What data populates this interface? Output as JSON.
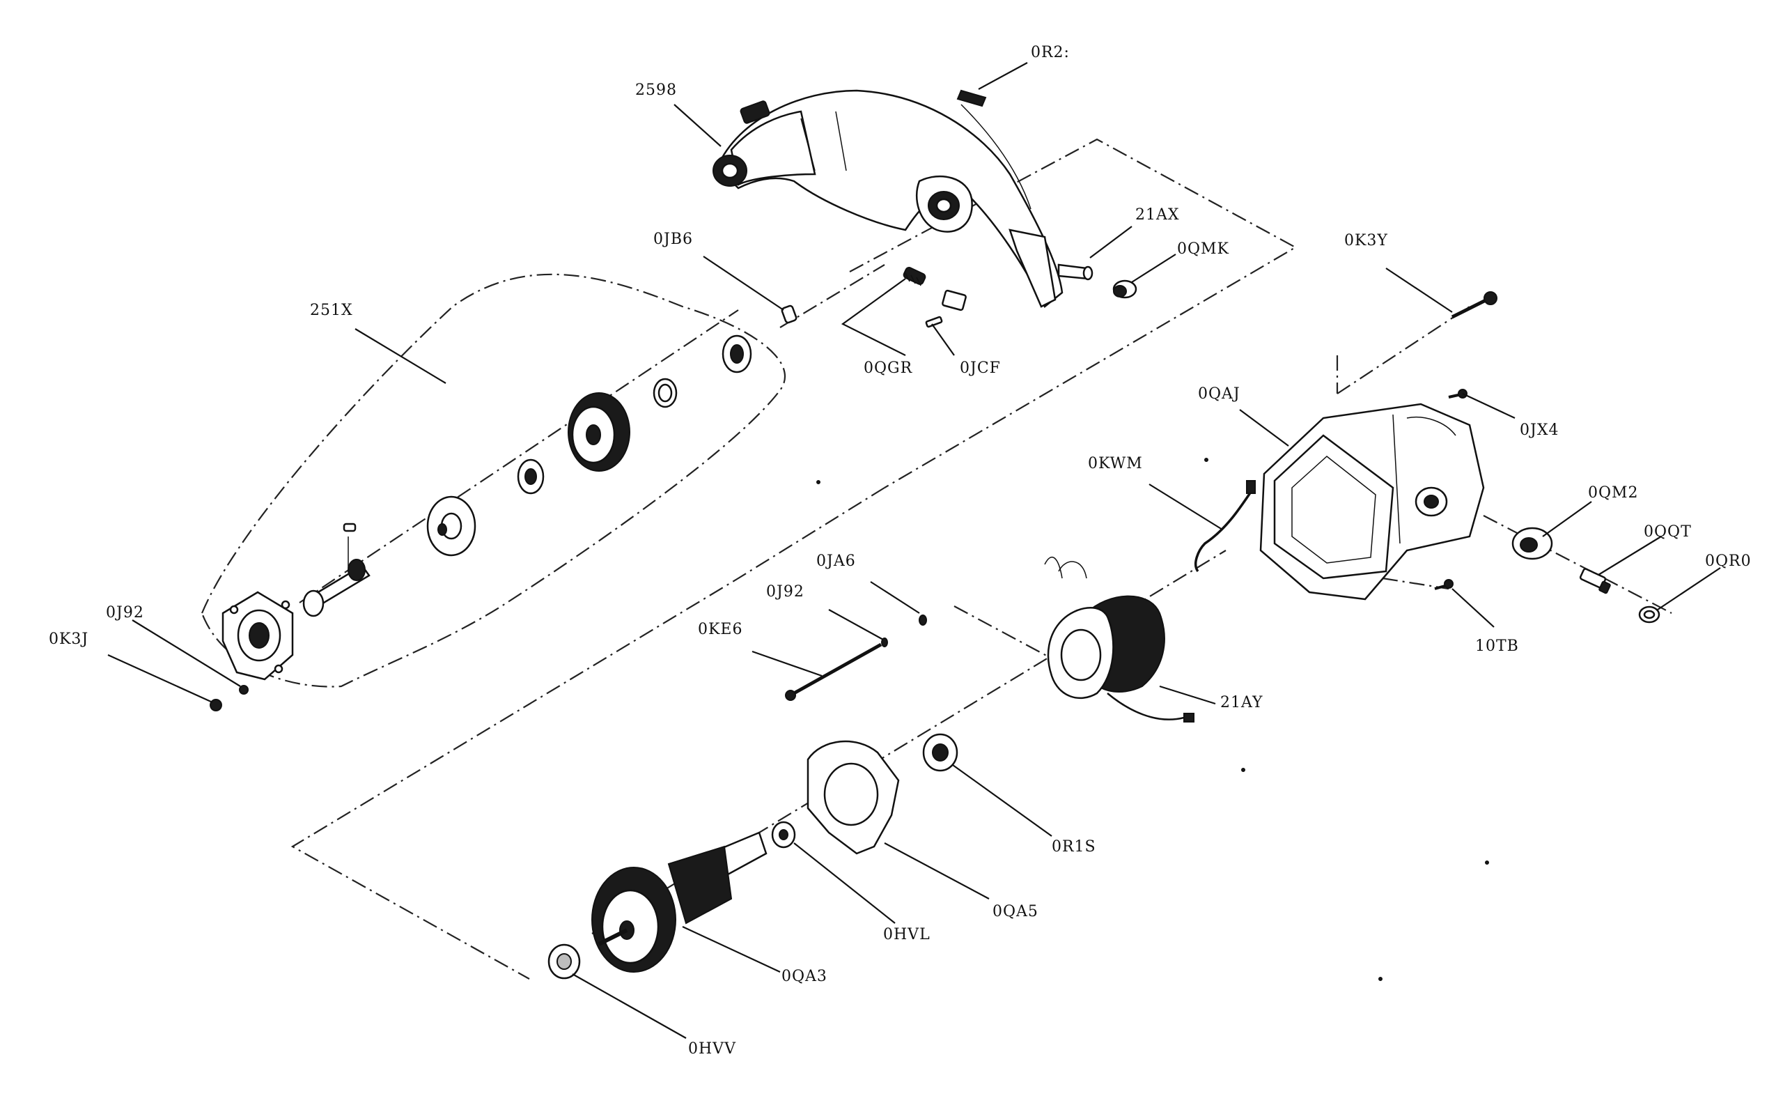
{
  "labels": {
    "p2598": "2598",
    "p0R2": "0R2:",
    "p21AX": "21AX",
    "p0QMK": "0QMK",
    "p0JB6": "0JB6",
    "p0QGR": "0QGR",
    "p0JCF": "0JCF",
    "p251X": "251X",
    "p0K3Y": "0K3Y",
    "p0QAJ": "0QAJ",
    "p0JX4": "0JX4",
    "p0KWM": "0KWM",
    "p0QM2": "0QM2",
    "p0QQT": "0QQT",
    "p0QR0": "0QR0",
    "p10TB": "10TB",
    "p0JA6": "0JA6",
    "p0J92b": "0J92",
    "p0KE6": "0KE6",
    "p21AY": "21AY",
    "p0J92a": "0J92",
    "p0K3J": "0K3J",
    "p0R1S": "0R1S",
    "p0QA5": "0QA5",
    "p0HVL": "0HVL",
    "p0QA3": "0QA3",
    "p0HVV": "0HVV"
  },
  "colors": {
    "ink": "#111111",
    "background": "#ffffff"
  }
}
